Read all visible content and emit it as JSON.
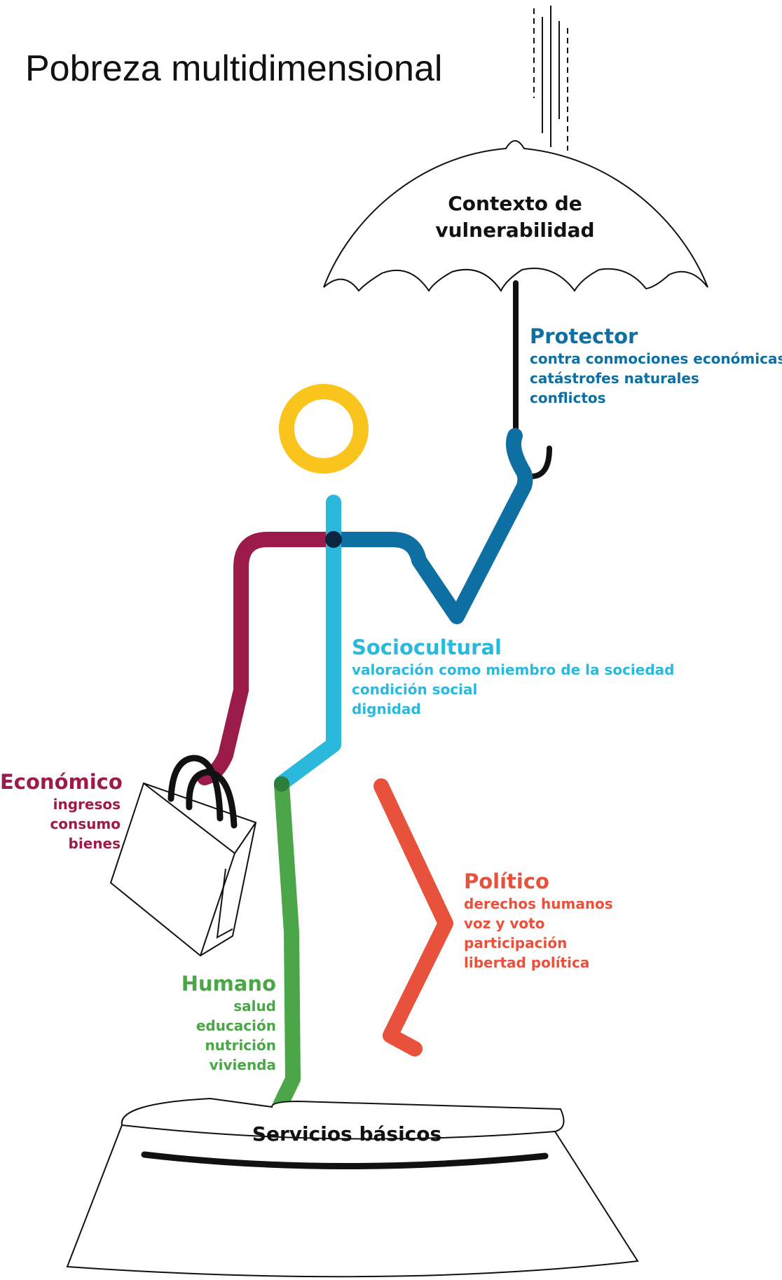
{
  "title": "Pobreza multidimensional",
  "umbrella": {
    "label_line1": "Contexto de",
    "label_line2": "vulnerabilidad"
  },
  "base": {
    "label": "Servicios básicos"
  },
  "dimensions": {
    "protector": {
      "heading": "Protector",
      "color": "#0e6fa3",
      "items": [
        "contra conmociones económicas",
        "catástrofes naturales",
        "conflictos"
      ]
    },
    "sociocultural": {
      "heading": "Sociocultural",
      "color": "#2bb8dd",
      "items": [
        "valoración como miembro de la sociedad",
        "condición social",
        "dignidad"
      ]
    },
    "economico": {
      "heading": "Económico",
      "color": "#9b1c4a",
      "items": [
        "ingresos",
        "consumo",
        "bienes"
      ]
    },
    "politico": {
      "heading": "Político",
      "color": "#e8513c",
      "items": [
        "derechos humanos",
        "voz y voto",
        "participación",
        "libertad política"
      ]
    },
    "humano": {
      "heading": "Humano",
      "color": "#4aa646",
      "items": [
        "salud",
        "educación",
        "nutrición",
        "vivienda"
      ]
    }
  },
  "colors": {
    "head": "#f9c51c",
    "outline": "#111111"
  }
}
